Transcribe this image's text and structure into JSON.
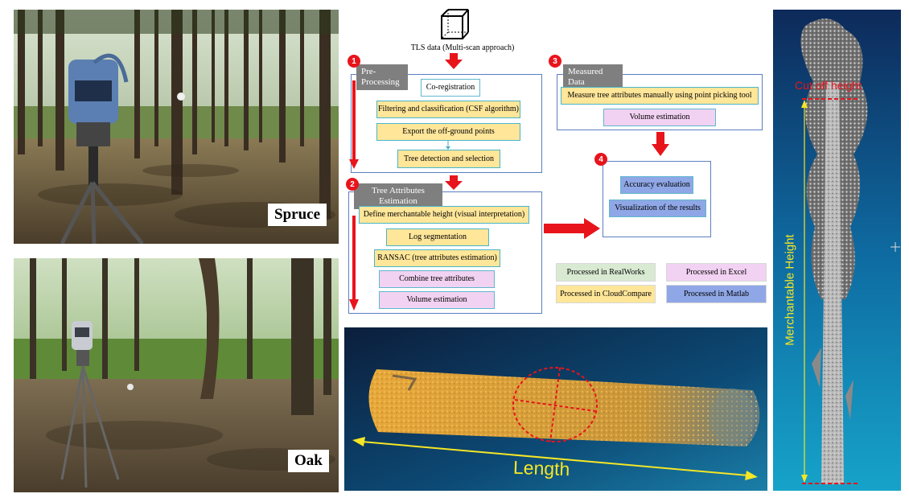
{
  "photos": {
    "spruce_label": "Spruce",
    "oak_label": "Oak"
  },
  "flow": {
    "input_label": "TLS data (Multi-scan approach)",
    "step1": {
      "number": "1",
      "title": "Pre-Processing",
      "items": [
        "Co-registration",
        "Filtering and classification (CSF algorithm)",
        "Export the off-ground points",
        "Tree detection and selection"
      ]
    },
    "step2": {
      "number": "2",
      "title": "Tree Attributes Estimation",
      "items": [
        "Define merchantable height (visual interpretation)",
        "Log segmentation",
        "RANSAC (tree attributes estimation)",
        "Combine tree attributes",
        "Volume estimation"
      ]
    },
    "step3": {
      "number": "3",
      "title": "Measured Data",
      "items": [
        "Measure tree attributes manually using point picking tool",
        "Volume estimation"
      ]
    },
    "step4": {
      "number": "4",
      "items": [
        "Accuracy evaluation",
        "Visualization of the results"
      ]
    },
    "legend": [
      {
        "label": "Processed in RealWorks",
        "color": "#d9ead3"
      },
      {
        "label": "Processed in Excel",
        "color": "#f2d2f2"
      },
      {
        "label": "Processed in CloudCompare",
        "color": "#ffe699"
      },
      {
        "label": "Processed in Matlab",
        "color": "#8fa7e6"
      }
    ]
  },
  "log_panel": {
    "length_label": "Length",
    "arrow_color": "#f5e626",
    "cloud_color": "#e0a83a"
  },
  "tree_panel": {
    "cutoff_label": "Cut off height",
    "height_label": "Merchantable Height",
    "cutoff_color": "#e8141c",
    "height_color": "#f5e626"
  }
}
